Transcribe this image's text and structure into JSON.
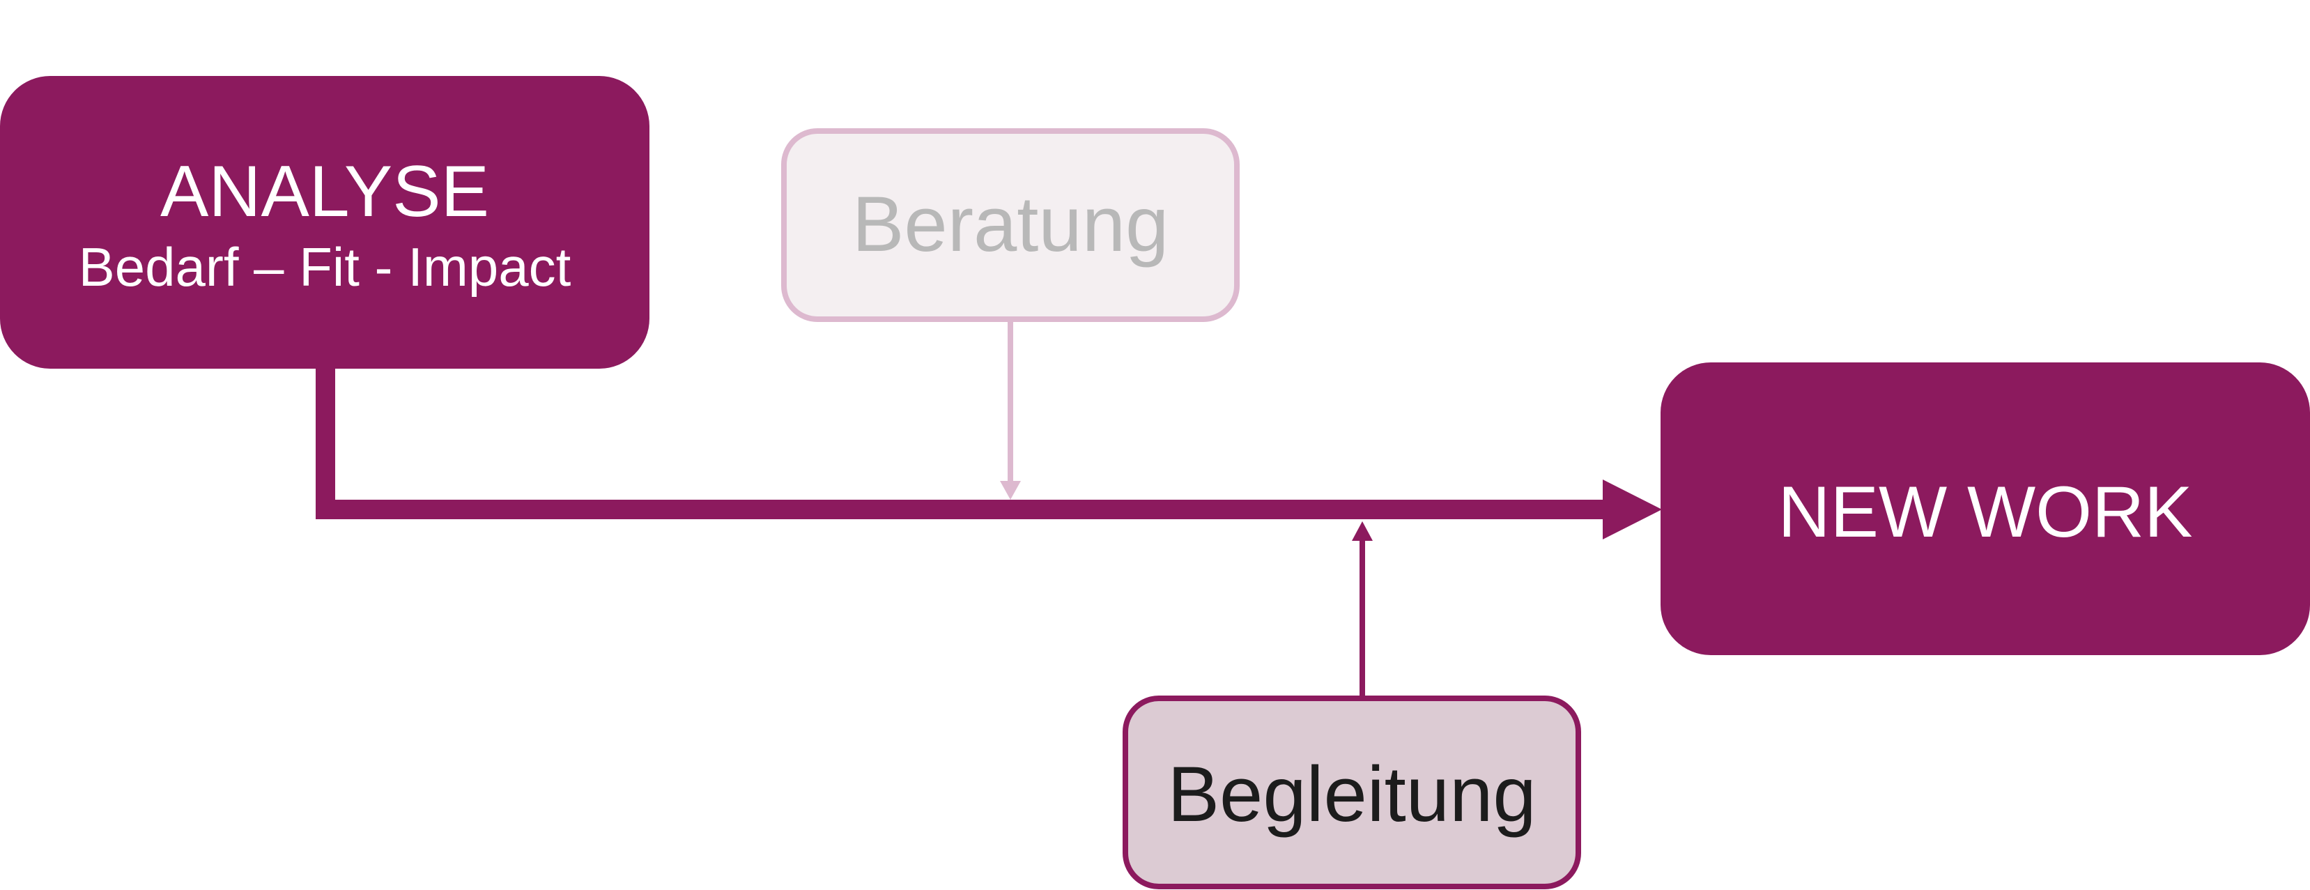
{
  "colors": {
    "primary": "#8C1A5E",
    "light_border": "#DDB9CF",
    "light_fill": "#F4EFF1",
    "light_text": "#B8B8B8",
    "medium_fill": "#DCCBD3",
    "dark_text": "#1C1C1C",
    "white": "#FFFFFF"
  },
  "nodes": {
    "analyse": {
      "title": "ANALYSE",
      "subtitle": "Bedarf – Fit - Impact"
    },
    "beratung": {
      "label": "Beratung"
    },
    "begleitung": {
      "label": "Begleitung"
    },
    "new_work": {
      "label": "NEW WORK"
    }
  }
}
